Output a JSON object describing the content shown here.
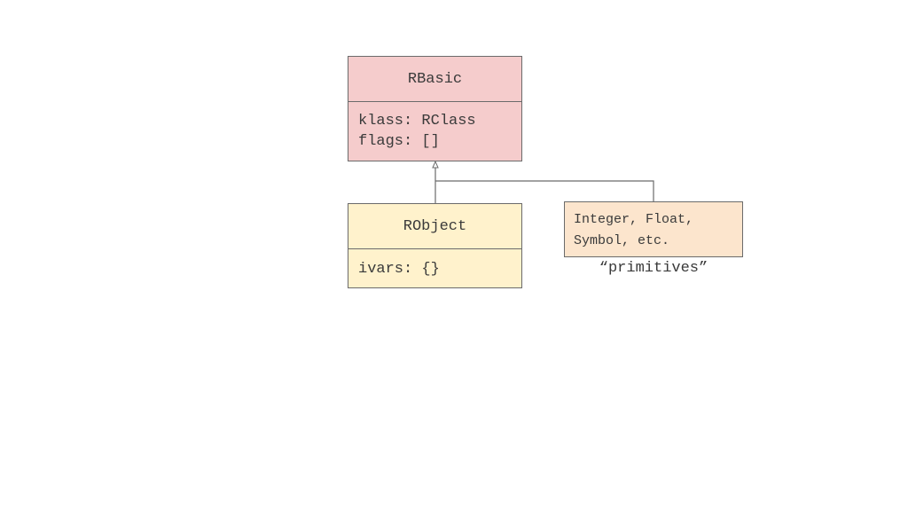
{
  "rbasic": {
    "name": "RBasic",
    "fields": [
      "klass: RClass",
      "flags: []"
    ]
  },
  "robject": {
    "name": "RObject",
    "fields": [
      "ivars: {}"
    ]
  },
  "primitives": {
    "lines": [
      "Integer, Float,",
      "Symbol, etc."
    ],
    "caption": "“primitives”"
  },
  "colors": {
    "rbasic_fill": "#f5cccc",
    "robject_fill": "#fff2cc",
    "primitives_fill": "#fce5cd",
    "line": "#6b6b6b"
  }
}
